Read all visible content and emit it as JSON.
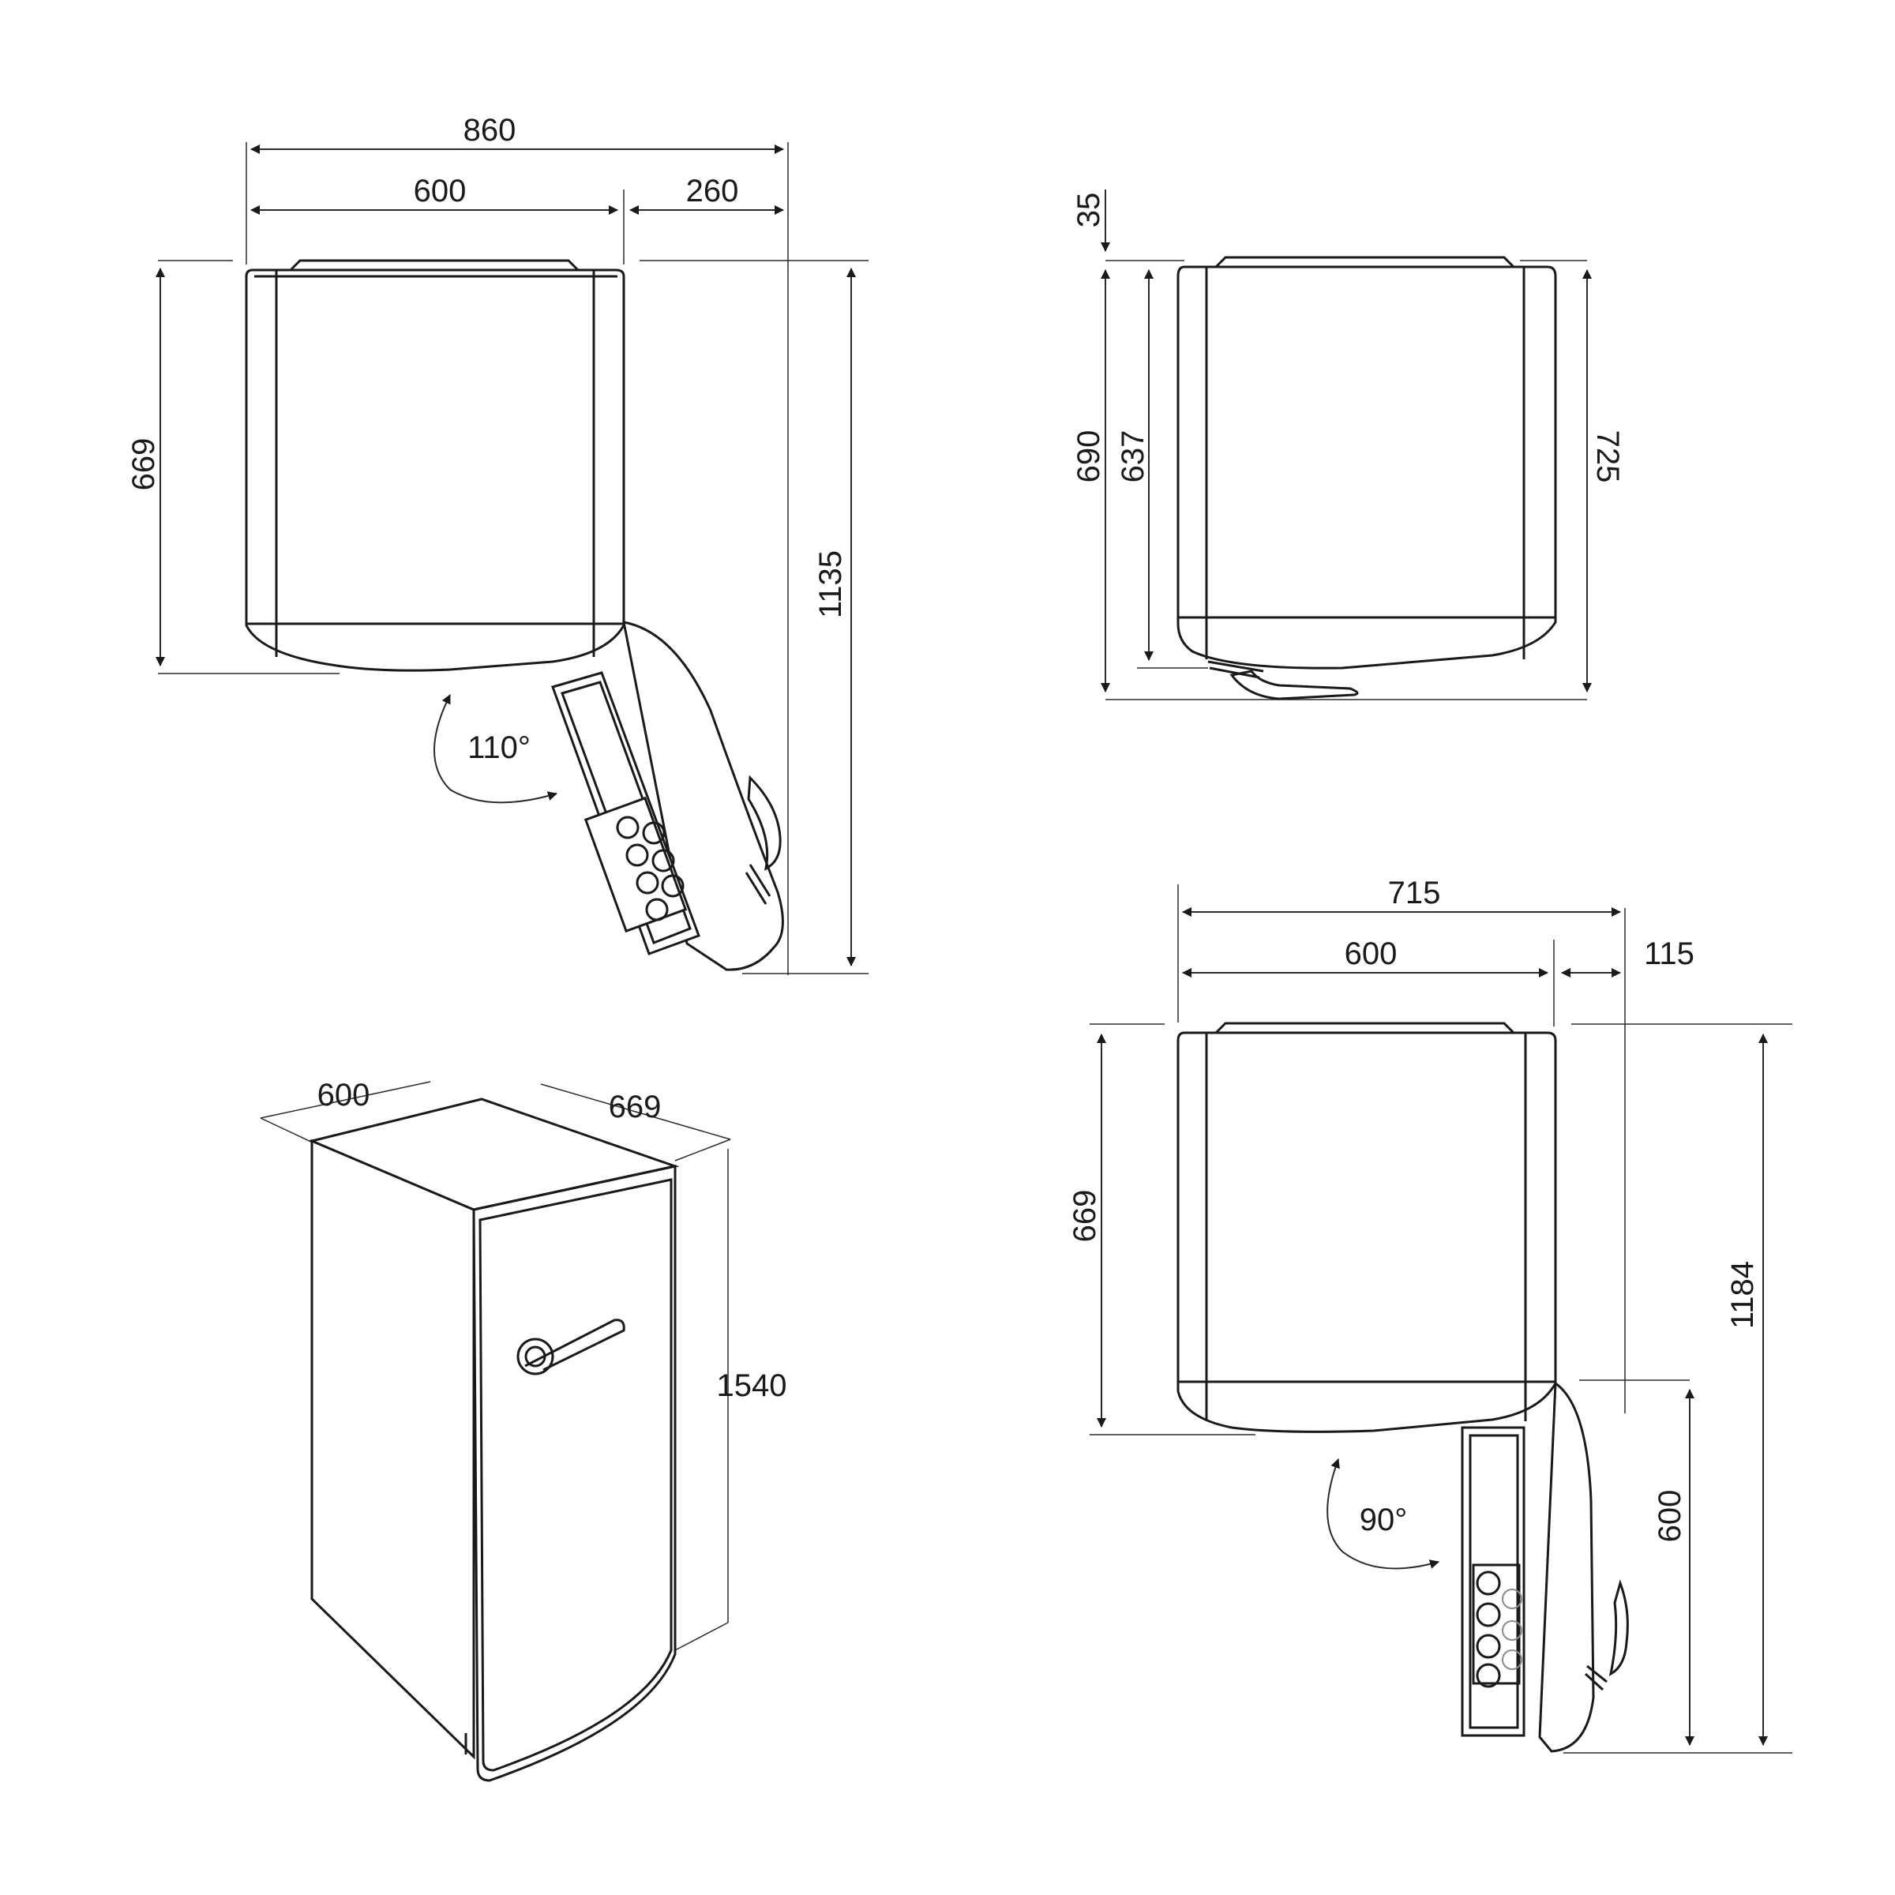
{
  "top_view_110": {
    "overall_width": "860",
    "body_width": "600",
    "door_overhang": "260",
    "depth": "669",
    "open_depth": "1135",
    "angle": "110°"
  },
  "side_view": {
    "top_offset": "35",
    "depth_690": "690",
    "depth_637": "637",
    "depth_725": "725"
  },
  "perspective_view": {
    "width": "600",
    "depth": "669",
    "height": "1540"
  },
  "top_view_90": {
    "overall_width": "715",
    "body_width": "600",
    "door_overhang": "115",
    "depth": "669",
    "open_depth": "1184",
    "door_depth": "600",
    "angle": "90°"
  },
  "colors": {
    "line": "#1a1a1a",
    "background": "#ffffff"
  }
}
